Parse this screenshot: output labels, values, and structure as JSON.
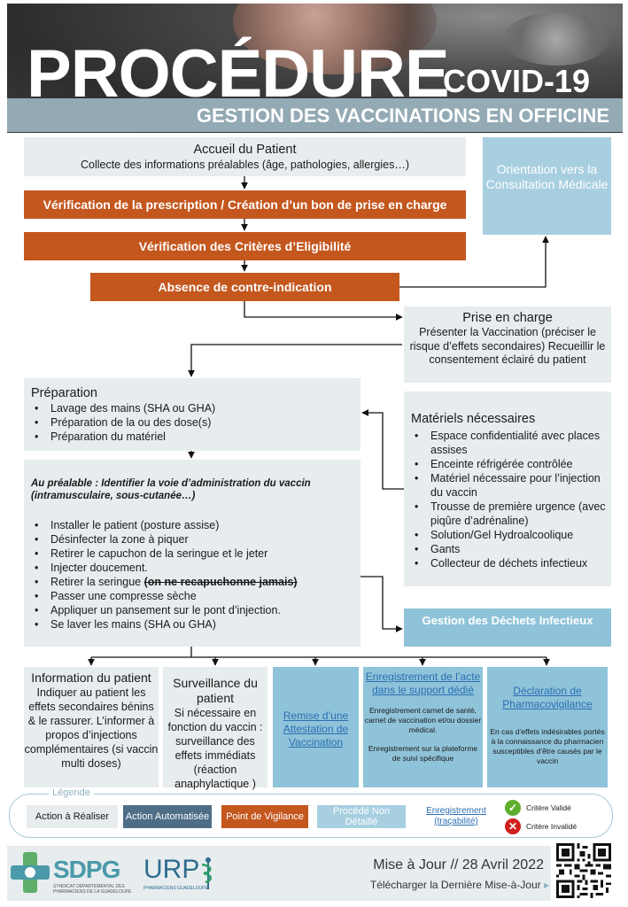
{
  "header": {
    "title": "PROCÉDURE",
    "title_suffix": "COVID-19",
    "subtitle": "GESTION  DES VACCINATIONS EN OFFICINE"
  },
  "accueil": {
    "title": "Accueil du Patient",
    "text": "Collecte des informations préalables (âge, pathologies, allergies…)"
  },
  "orientation": {
    "text": "Orientation vers la Consultation Médicale"
  },
  "verification_prescription": "Vérification de la prescription / Création d’un bon de prise en charge",
  "verification_criteres": "Vérification des Critères d’Eligibilité",
  "absence_contre_indication": "Absence de contre-indication",
  "prise_en_charge": {
    "title": "Prise en charge",
    "text": "Présenter la Vaccination (préciser le risque d’effets secondaires) Recueillir le consentement éclairé du patient"
  },
  "preparation": {
    "title": "Préparation",
    "items": [
      "Lavage des mains (SHA ou GHA)",
      "Préparation de la ou des dose(s)",
      "Préparation du matériel"
    ]
  },
  "materiels": {
    "title": "Matériels nécessaires",
    "items": [
      "Espace confidentialité avec places assises",
      "Enceinte réfrigérée contrôlée",
      "Matériel nécessaire pour l’injection du vaccin",
      "Trousse de première urgence (avec piqûre d’adrénaline)",
      "Solution/Gel Hydroalcoolique",
      "Gants",
      "Collecteur de déchets infectieux"
    ]
  },
  "administration": {
    "intro": "Au préalable : Identifier la voie d’administration du vaccin (intramusculaire, sous-cutanée…)",
    "items": [
      "Installer le patient (posture assise)",
      "Désinfecter la zone à piquer",
      "Retirer le capuchon de la seringue et le jeter",
      "Injecter doucement.",
      "Retirer la seringue",
      "Passer une compresse sèche",
      "Appliquer un pansement sur le pont d’injection.",
      "Se laver les mains (SHA ou GHA)"
    ],
    "strike_note": "(on ne recapuchonne jamais)"
  },
  "dechets": {
    "text": "Gestion des Déchets Infectieux"
  },
  "information": {
    "title": "Information du patient",
    "text": "Indiquer au patient les effets secondaires bénins & le rassurer. L’informer à propos d’injections complémentaires (si vaccin multi doses)"
  },
  "surveillance": {
    "title": "Surveillance du patient",
    "text": "Si nécessaire en fonction du vaccin : surveillance des effets immédiats (réaction anaphylactique )"
  },
  "remise": {
    "text": "Remise d’une Attestation de Vaccination"
  },
  "enregistrement": {
    "title": "Enregistrement de l’acte dans le support dédié",
    "text1": "Enregistrement carnet de santé, carnet de vaccination et/ou dossier médical.",
    "text2": "Enregistrement sur la plateforme de suivi spécifique"
  },
  "declaration": {
    "title": "Déclaration de Pharmacovigilance",
    "text": "En cas d’effets indésirables portés à la connaissance du pharmacien susceptibles d’être causés par le vaccin"
  },
  "legend": {
    "label": "Légende",
    "action": "Action à Réaliser",
    "automatisee": "Action Automatisée",
    "vigilance": "Point de Vigilance",
    "non_detaille": "Procédé Non Détaillé",
    "enregistrement": "Enregistrement (traçabilité)",
    "critere_valide": "Critère Validé",
    "critere_invalide": "Critère Invalidé"
  },
  "footer": {
    "sdpg_name": "SDPG",
    "sdpg_sub": "SYNDICAT DÉPARTEMENTAL DES PHARMACIENS DE LA GUADELOUPE",
    "urps_name": "URP",
    "urps_sub": "PHARMACIENS GUADELOUPE",
    "update": "Mise à Jour // 28 Avril 2022",
    "download": "Télécharger la Dernière Mise-à-Jour"
  },
  "colors": {
    "orange": "#c4571e",
    "light_gray": "#e7ecee",
    "light_blue": "#a7cfe0",
    "dark_blue": "#4e6d87",
    "link_blue": "#2b6fb3",
    "valid_green": "#5fae2e",
    "invalid_red": "#d0201e"
  }
}
